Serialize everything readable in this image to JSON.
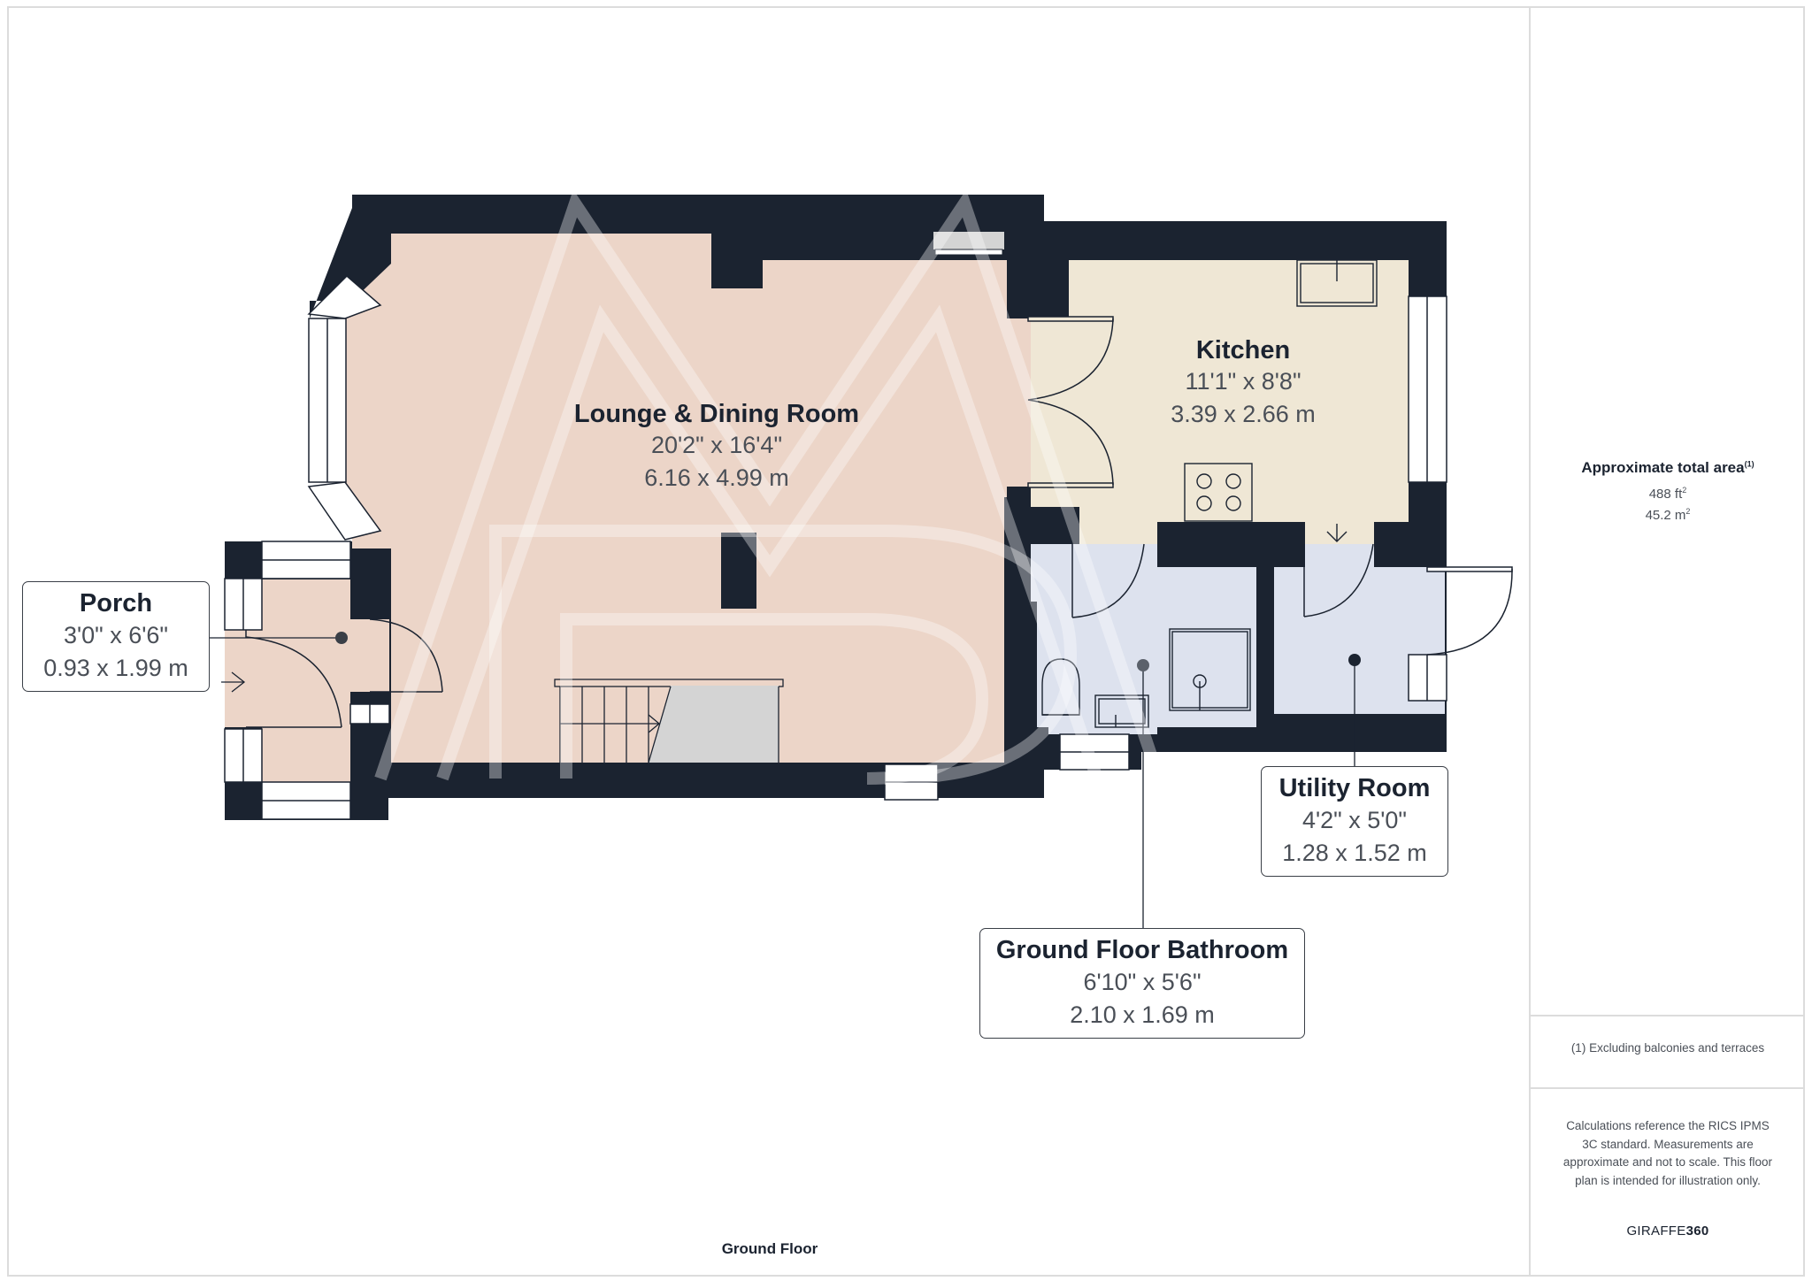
{
  "floor_name": "Ground Floor",
  "rooms": {
    "lounge": {
      "name": "Lounge & Dining Room",
      "imperial": "20'2\" x 16'4\"",
      "metric": "6.16 x 4.99 m",
      "color": "#ecd5c8"
    },
    "kitchen": {
      "name": "Kitchen",
      "imperial": "11'1\" x 8'8\"",
      "metric": "3.39 x 2.66 m",
      "color": "#efe7d5"
    },
    "porch": {
      "name": "Porch",
      "imperial": "3'0\" x 6'6\"",
      "metric": "0.93 x 1.99 m",
      "color": "#ecd5c8"
    },
    "utility": {
      "name": "Utility Room",
      "imperial": "4'2\" x 5'0\"",
      "metric": "1.28 x 1.52 m",
      "color": "#dde2ee"
    },
    "bathroom": {
      "name": "Ground Floor Bathroom",
      "imperial": "6'10\" x 5'6\"",
      "metric": "2.10 x 1.69 m",
      "color": "#dde2ee"
    }
  },
  "summary": {
    "title": "Approximate total area",
    "title_sup": "(1)",
    "area_ft": "488 ft",
    "area_ft_sup": "2",
    "area_m": "45.2 m",
    "area_m_sup": "2",
    "footnote": "(1) Excluding balconies and terraces",
    "disclaimer": "Calculations reference the RICS IPMS 3C standard. Measurements are approximate and not to scale. This floor plan is intended for illustration only.",
    "brand_light": "GIRAFFE",
    "brand_bold": "360"
  },
  "colors": {
    "wall": "#1b2330",
    "window": "#ffffff",
    "stairs_landing": "#d4d4d4",
    "border": "#dcdcdc"
  }
}
